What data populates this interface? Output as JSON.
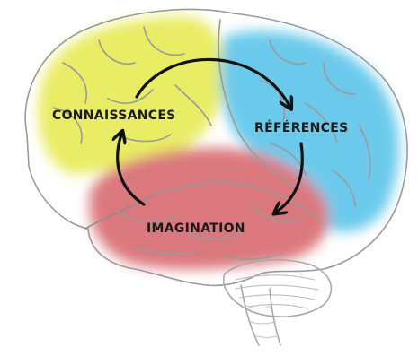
{
  "labels": {
    "knowledge": "CONNAISSANCES",
    "references": "RÉFÉRENCES",
    "imagination": "IMAGINATION"
  },
  "regions": {
    "knowledge_color": "#e7ea55",
    "references_color": "#5cc5ea",
    "imagination_color": "#d86a70"
  },
  "cycle": {
    "direction": "clockwise",
    "sequence": [
      "CONNAISSANCES",
      "RÉFÉRENCES",
      "IMAGINATION"
    ]
  },
  "icons": {
    "illustration": "brain-sketch-icon",
    "arrow": "cycle-arrow-icon"
  }
}
